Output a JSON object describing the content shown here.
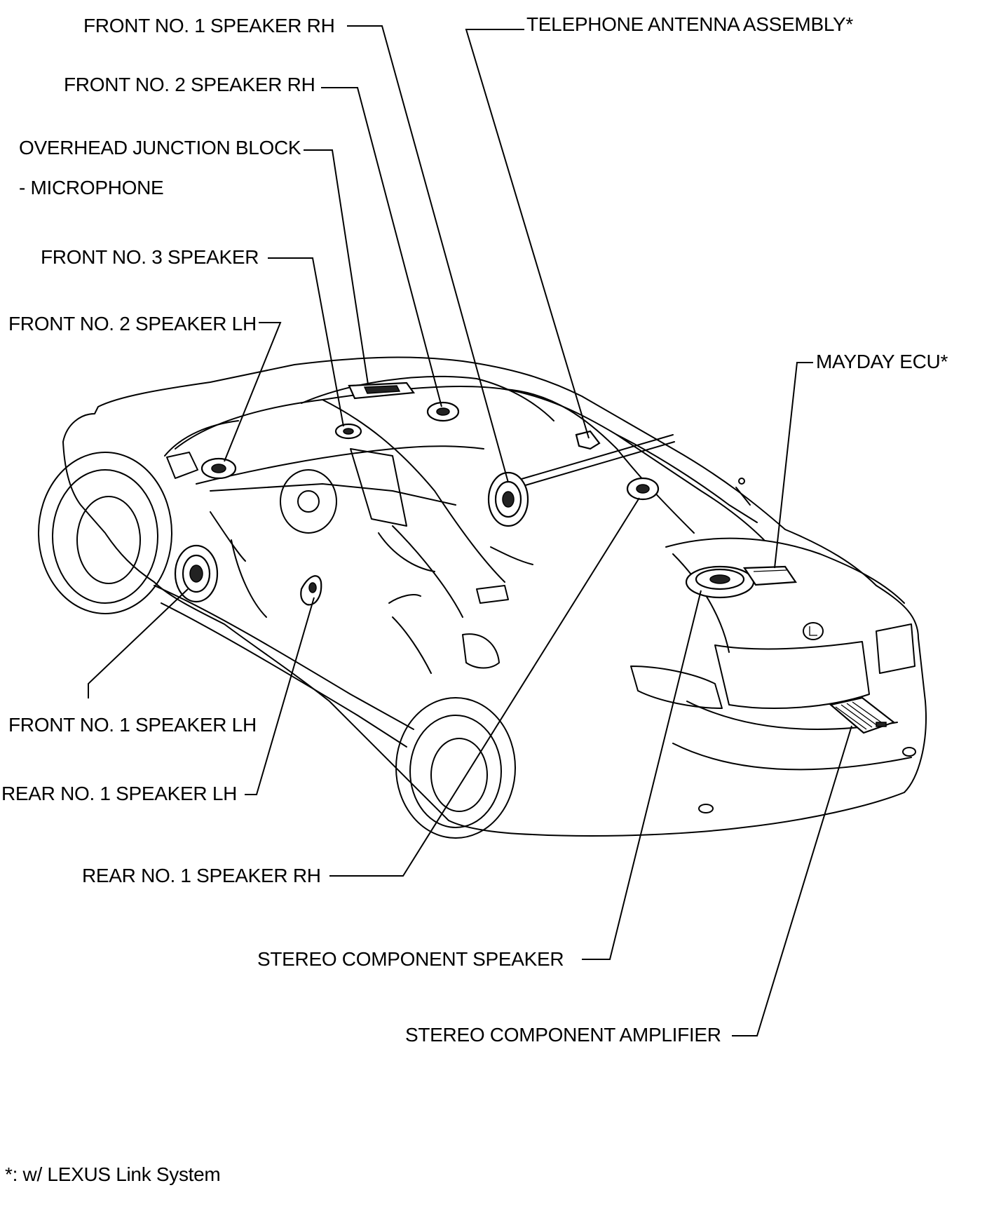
{
  "labels": {
    "front_no1_speaker_rh": "FRONT NO. 1 SPEAKER RH",
    "telephone_antenna_assembly": "TELEPHONE ANTENNA ASSEMBLY*",
    "front_no2_speaker_rh": "FRONT NO. 2 SPEAKER RH",
    "overhead_junction_block": "OVERHEAD JUNCTION BLOCK",
    "microphone": "- MICROPHONE",
    "front_no3_speaker": "FRONT NO. 3 SPEAKER",
    "front_no2_speaker_lh": "FRONT NO. 2 SPEAKER LH",
    "mayday_ecu": "MAYDAY ECU*",
    "front_no1_speaker_lh": "FRONT NO. 1 SPEAKER LH",
    "rear_no1_speaker_lh": "REAR NO. 1 SPEAKER LH",
    "rear_no1_speaker_rh": "REAR NO. 1 SPEAKER RH",
    "stereo_component_speaker": "STEREO COMPONENT SPEAKER",
    "stereo_component_amplifier": "STEREO COMPONENT AMPLIFIER"
  },
  "footnote": "*: w/ LEXUS Link System"
}
